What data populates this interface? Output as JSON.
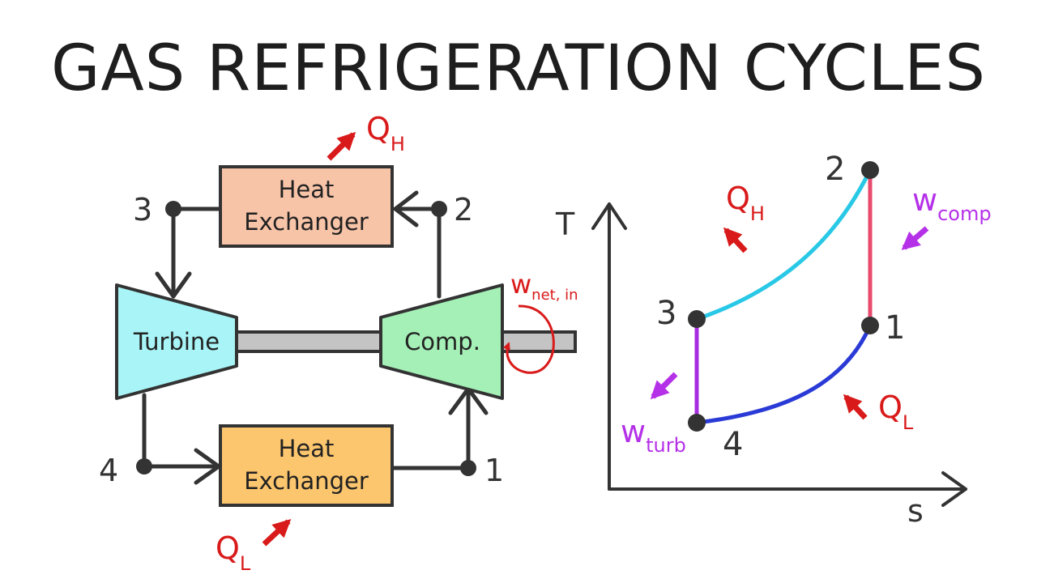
{
  "title": "GAS REFRIGERATION CYCLES",
  "system": {
    "hx_hot_line1": "Heat",
    "hx_hot_line2": "Exchanger",
    "hx_cold_line1": "Heat",
    "hx_cold_line2": "Exchanger",
    "turbine": "Turbine",
    "compressor": "Comp.",
    "state_1": "1",
    "state_2": "2",
    "state_3": "3",
    "state_4": "4",
    "q_h": "Q",
    "q_h_sub": "H",
    "q_l": "Q",
    "q_l_sub": "L",
    "w_net": "w",
    "w_net_sub": "net, in"
  },
  "ts_diagram": {
    "y_axis": "T",
    "x_axis": "s",
    "state_1": "1",
    "state_2": "2",
    "state_3": "3",
    "state_4": "4",
    "q_h": "Q",
    "q_h_sub": "H",
    "q_l": "Q",
    "q_l_sub": "L",
    "w_comp": "w",
    "w_comp_sub": "comp",
    "w_turb": "w",
    "w_turb_sub": "turb"
  },
  "colors": {
    "line": "#333333",
    "heat_red": "#d91a1a",
    "work_purple": "#b531e8",
    "hx_hot_fill": "#f8c4a8",
    "hx_cold_fill": "#fcc66e",
    "turbine_fill": "#a8f4f6",
    "compressor_fill": "#a4f0b6",
    "shaft_fill": "#c4c4c4",
    "curve_2_3": "#28c8e6",
    "curve_1_2": "#e84a6e",
    "curve_4_1": "#2a3ad6",
    "curve_3_4": "#a82ce0"
  }
}
